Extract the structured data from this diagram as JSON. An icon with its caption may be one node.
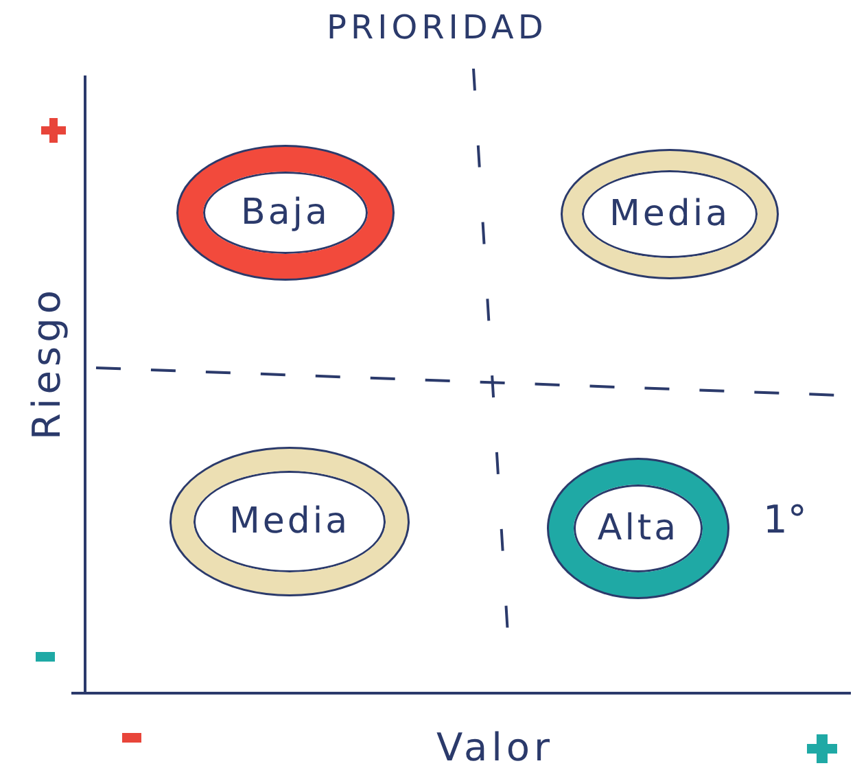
{
  "diagram": {
    "title": "PRIORIDAD",
    "nodes": [
      {
        "text": [
          "Baja"
        ]
      },
      {
        "text": [
          "Media"
        ]
      },
      {
        "text": [
          "Media"
        ]
      },
      {
        "text": [
          "Alta"
        ],
        "beside": [
          "1°"
        ]
      }
    ],
    "labels": [
      "Riesgo",
      "Valor"
    ]
  }
}
